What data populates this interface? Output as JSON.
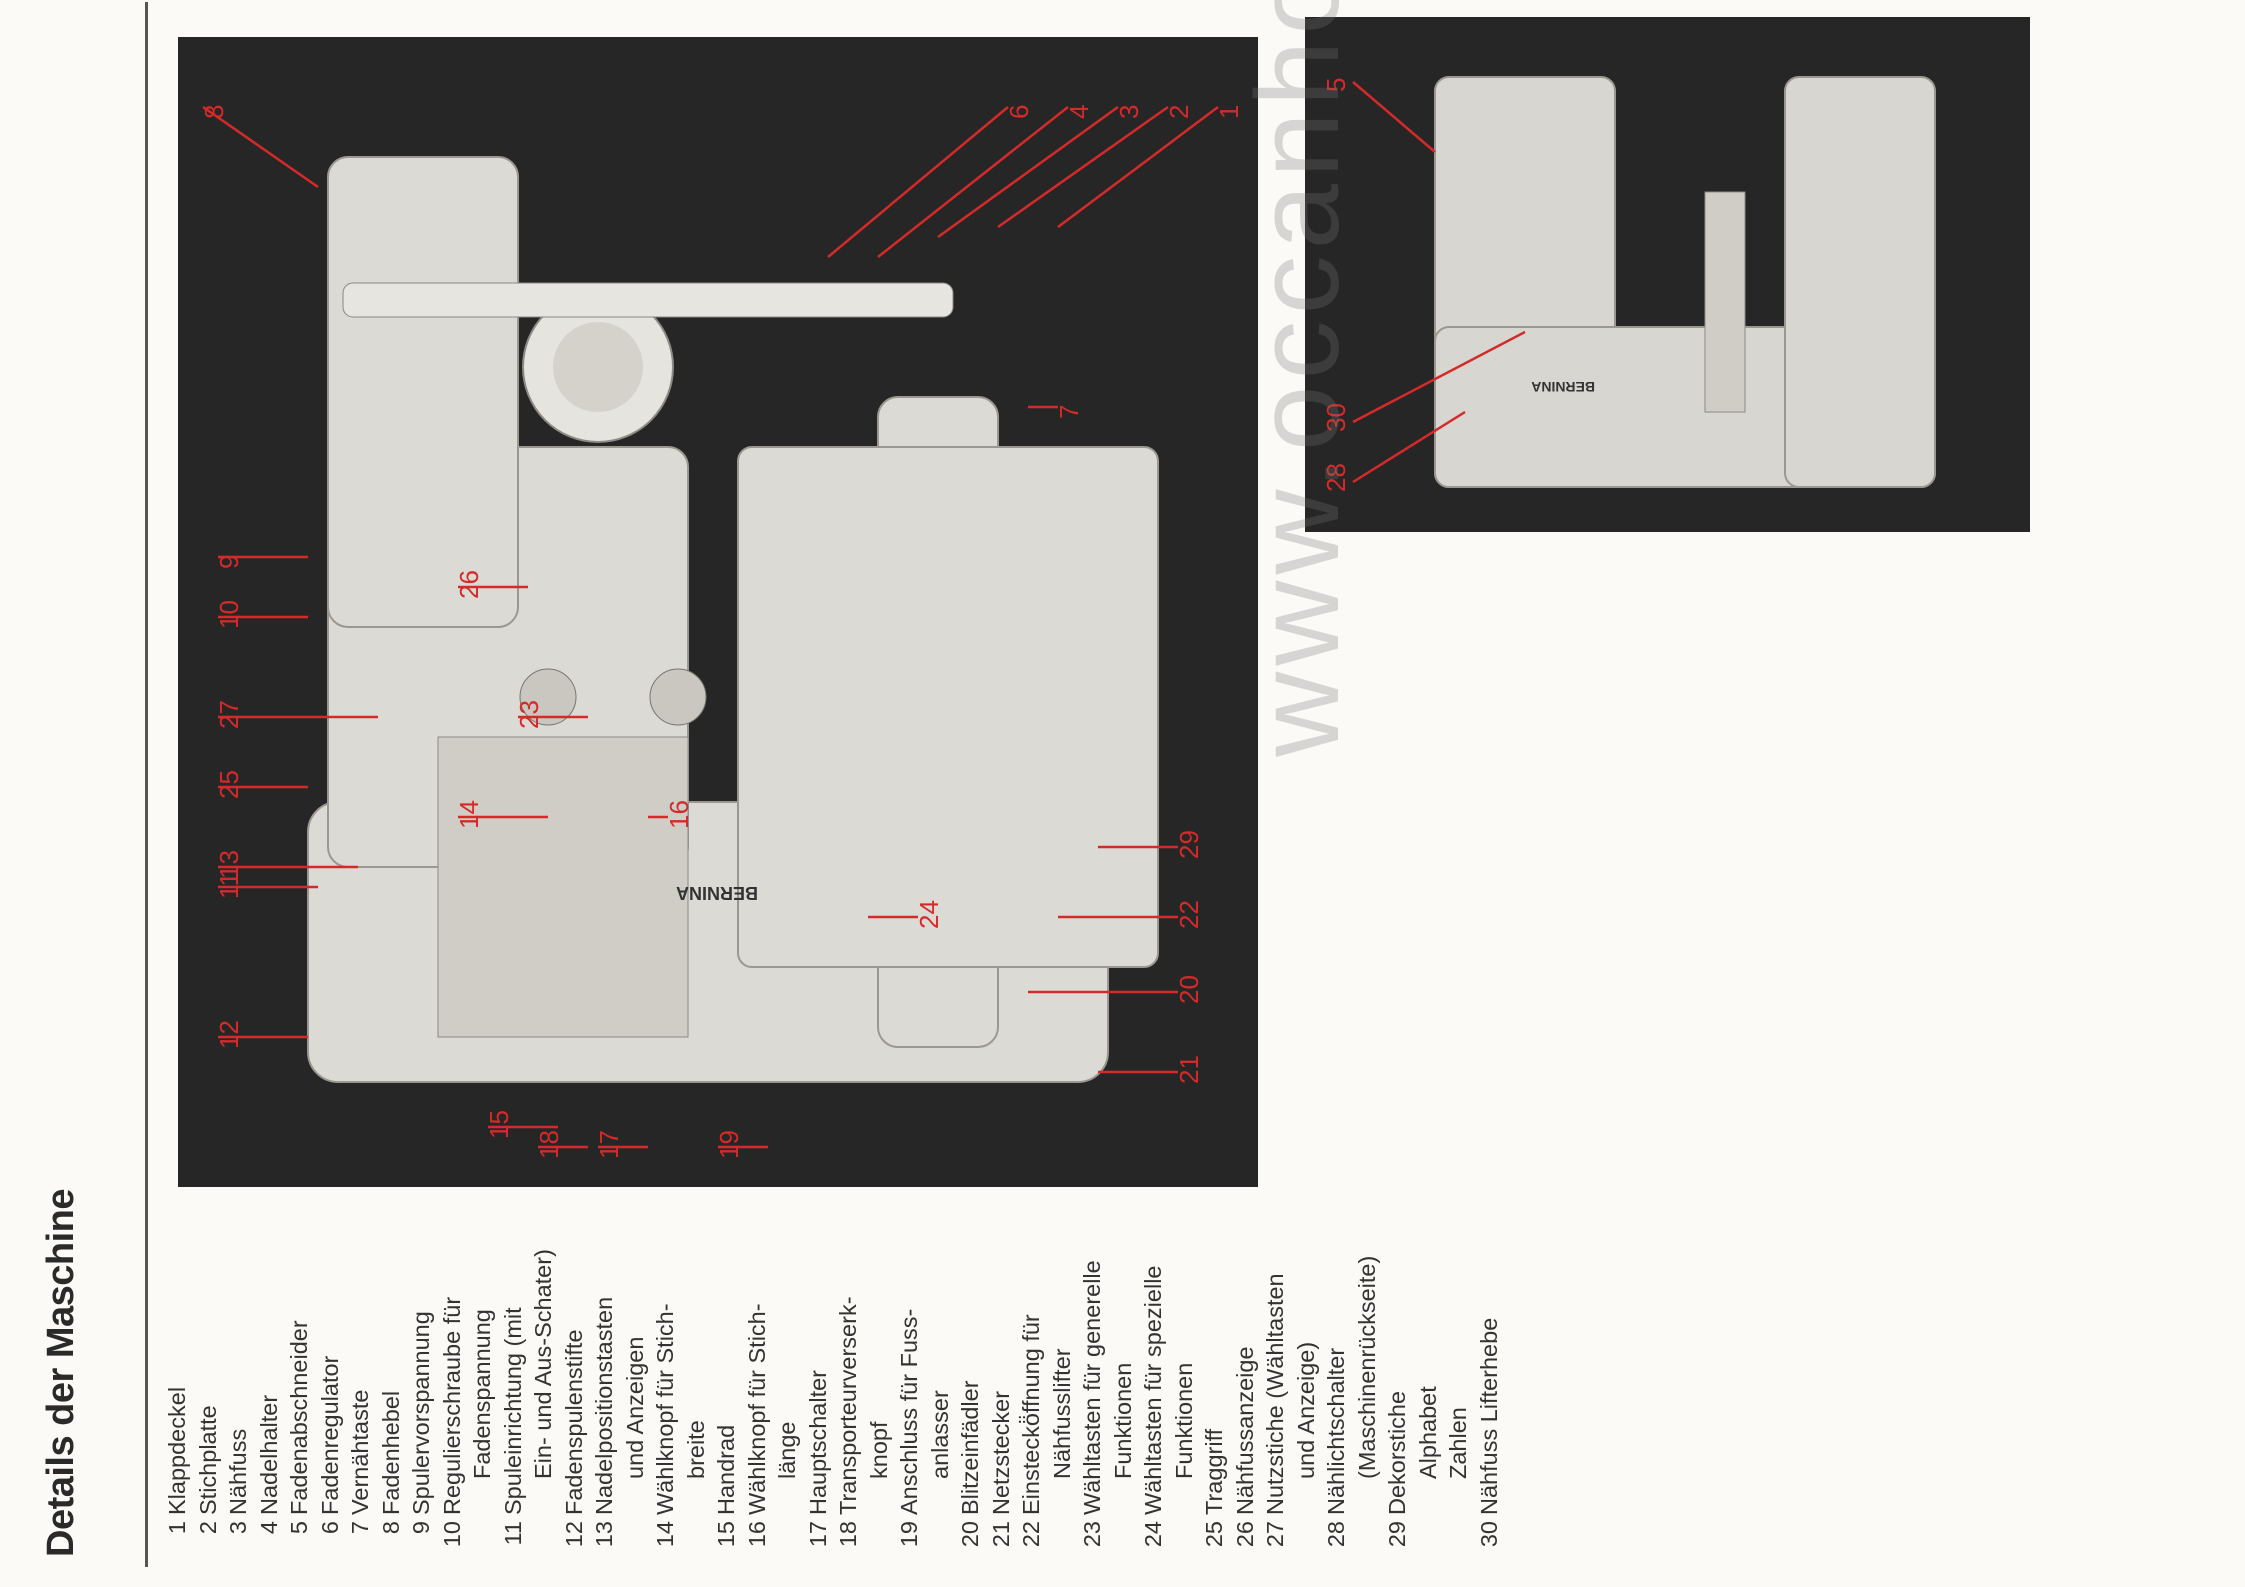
{
  "title": "Details der Maschine",
  "items": [
    {
      "n": "1",
      "lines": [
        "Klappdeckel"
      ]
    },
    {
      "n": "2",
      "lines": [
        "Stichplatte"
      ]
    },
    {
      "n": "3",
      "lines": [
        "Nähfuss"
      ]
    },
    {
      "n": "4",
      "lines": [
        "Nadelhalter"
      ]
    },
    {
      "n": "5",
      "lines": [
        "Fadenabschneider"
      ]
    },
    {
      "n": "6",
      "lines": [
        "Fadenregulator"
      ]
    },
    {
      "n": "7",
      "lines": [
        "Vernähtaste"
      ]
    },
    {
      "n": "8",
      "lines": [
        "Fadenhebel"
      ]
    },
    {
      "n": "9",
      "lines": [
        "Spulervorspannung"
      ]
    },
    {
      "n": "10",
      "lines": [
        "Regulierschraube für",
        "Fadenspannung"
      ]
    },
    {
      "n": "11",
      "lines": [
        "Spuleinrichtung (mit",
        "Ein- und Aus-Schater)"
      ]
    },
    {
      "n": "12",
      "lines": [
        "Fadenspulenstifte"
      ]
    },
    {
      "n": "13",
      "lines": [
        "Nadelpositionstasten",
        "und Anzeigen"
      ]
    },
    {
      "n": "14",
      "lines": [
        "Wählknopf für Stich-",
        "breite"
      ]
    },
    {
      "n": "15",
      "lines": [
        "Handrad"
      ]
    },
    {
      "n": "16",
      "lines": [
        "Wählknopf für Stich-",
        "länge"
      ]
    },
    {
      "n": "17",
      "lines": [
        "Hauptschalter"
      ]
    },
    {
      "n": "18",
      "lines": [
        "Transporteurverserk-",
        "knopf"
      ]
    },
    {
      "n": "19",
      "lines": [
        "Anschluss für Fuss-",
        "anlasser"
      ]
    },
    {
      "n": "20",
      "lines": [
        "Blitzeinfädler"
      ]
    },
    {
      "n": "21",
      "lines": [
        "Netzstecker"
      ]
    },
    {
      "n": "22",
      "lines": [
        "Einsteckö̈ffnung für",
        "Nähfusslifter"
      ]
    },
    {
      "n": "23",
      "lines": [
        "Wähltasten für generelle",
        "Funktionen"
      ]
    },
    {
      "n": "24",
      "lines": [
        "Wähltasten für spezielle",
        "Funktionen"
      ]
    },
    {
      "n": "25",
      "lines": [
        "Traggriff"
      ]
    },
    {
      "n": "26",
      "lines": [
        "Nähfussanzeige"
      ]
    },
    {
      "n": "27",
      "lines": [
        "Nutzstiche (Wähltasten",
        "und Anzeige)"
      ]
    },
    {
      "n": "28",
      "lines": [
        "Nählichtschalter",
        "(Maschinenrückseite)"
      ]
    },
    {
      "n": "29",
      "lines": [
        "Dekorstiche",
        "Alphabet",
        "Zahlen"
      ]
    },
    {
      "n": "30",
      "lines": [
        "Nähfuss Lifterhebe"
      ]
    }
  ],
  "photo1": {
    "brand": "BERNINA",
    "callouts": [
      "1",
      "2",
      "3",
      "4",
      "6",
      "7",
      "8",
      "9",
      "10",
      "11",
      "12",
      "13",
      "14",
      "15",
      "16",
      "17",
      "18",
      "19",
      "20",
      "21",
      "22",
      "23",
      "24",
      "25",
      "26",
      "27",
      "29"
    ]
  },
  "photo2": {
    "brand": "BERNINA",
    "callouts": [
      "5",
      "28",
      "30"
    ]
  },
  "watermark": "www.occanhot.ch"
}
